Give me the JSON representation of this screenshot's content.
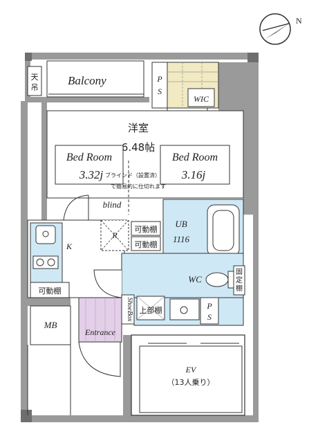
{
  "compass": {
    "north_label": "N"
  },
  "rooms": {
    "balcony": "Balcony",
    "ps_top": "PS",
    "wic": "WIC",
    "tenryo": "天吊",
    "western_room_name": "洋室",
    "western_room_size": "6.48帖",
    "bed_room_1_name": "Bed Room",
    "bed_room_1_size": "3.32j",
    "bed_room_2_name": "Bed Room",
    "bed_room_2_size": "3.16j",
    "blind_note_1": "ブラインド（設置済）",
    "blind_note_2": "で簡易的に仕切れます",
    "blind": "blind",
    "r_mark": "R",
    "kitchen": "K",
    "movable_shelf_1": "可動棚",
    "movable_shelf_2": "可動棚",
    "movable_shelf_3": "可動棚",
    "ub": "UB",
    "ub_size": "1116",
    "wc": "WC",
    "fixed_shelf": "固定棚",
    "shoe_box": "ShoeBox",
    "upper_shelf": "上部棚",
    "ps_bottom": "PS",
    "mb": "MB",
    "entrance": "Entrance",
    "ev": "EV",
    "ev_capacity": "（13人乗り）"
  },
  "colors": {
    "wall": "#9a9a9a",
    "wall_dark": "#6e6e6e",
    "wet_area": "#cfe8f5",
    "entrance_floor": "#e3cfe8",
    "wic_floor": "#f1eac2",
    "line": "#333333"
  }
}
